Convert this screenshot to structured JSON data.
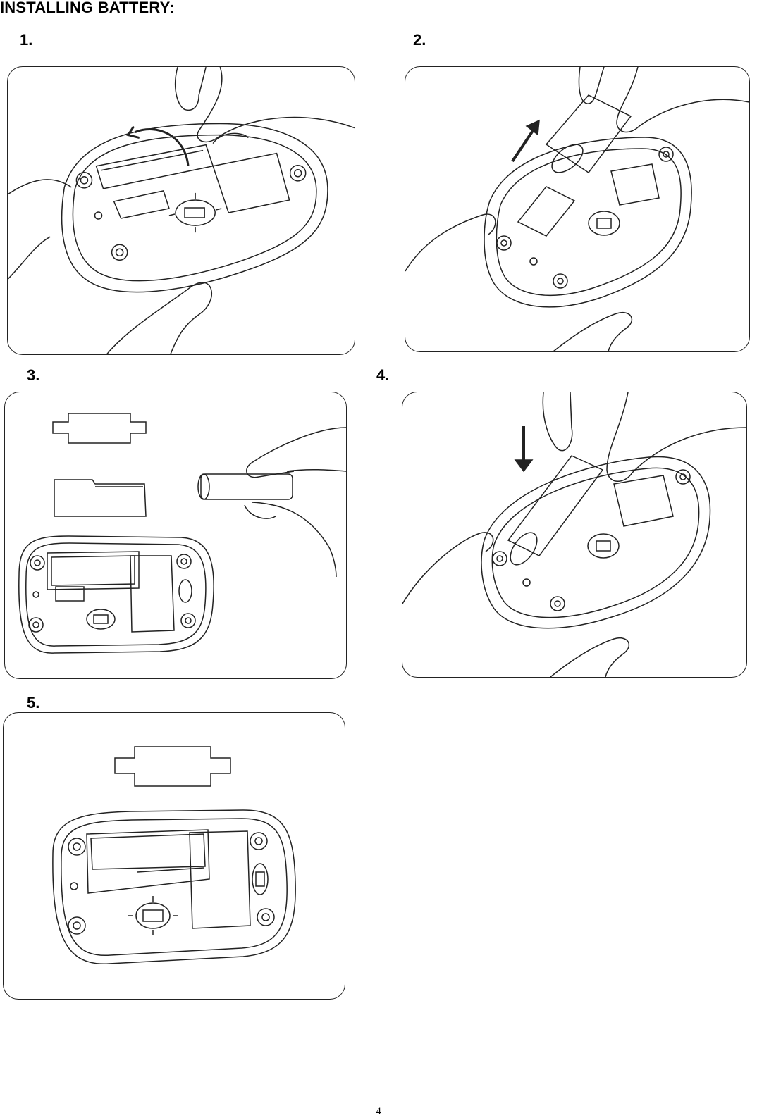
{
  "document": {
    "title": "INSTALLING BATTERY:",
    "page_number": "4"
  },
  "steps": [
    {
      "label": "1."
    },
    {
      "label": "2."
    },
    {
      "label": "3."
    },
    {
      "label": "4."
    },
    {
      "label": "5."
    }
  ],
  "colors": {
    "line": "#222222",
    "background": "#ffffff"
  }
}
